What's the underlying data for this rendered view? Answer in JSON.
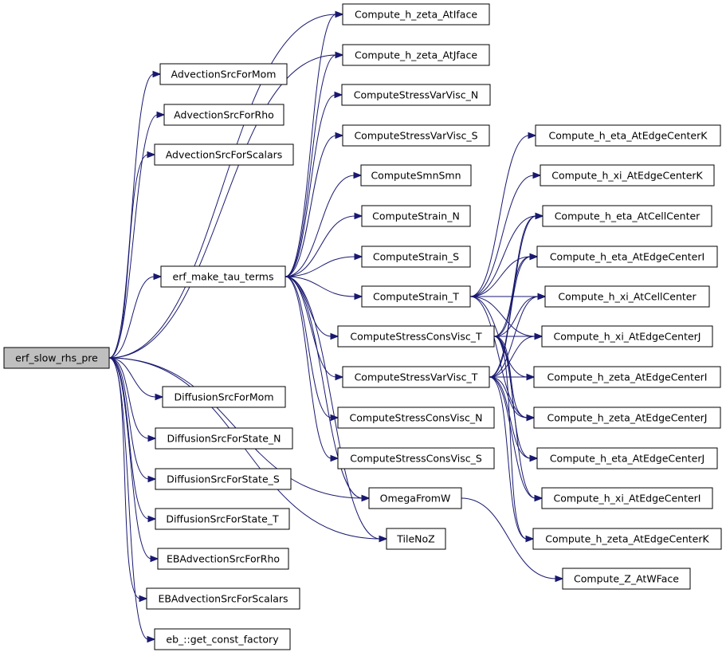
{
  "graph": {
    "nodes": [
      {
        "id": "root",
        "label": "erf_slow_rhs_pre",
        "root": true
      },
      {
        "id": "adv_mom",
        "label": "AdvectionSrcForMom"
      },
      {
        "id": "adv_rho",
        "label": "AdvectionSrcForRho"
      },
      {
        "id": "adv_scal",
        "label": "AdvectionSrcForScalars"
      },
      {
        "id": "tau",
        "label": "erf_make_tau_terms"
      },
      {
        "id": "dif_mom",
        "label": "DiffusionSrcForMom"
      },
      {
        "id": "dif_n",
        "label": "DiffusionSrcForState_N"
      },
      {
        "id": "dif_s",
        "label": "DiffusionSrcForState_S"
      },
      {
        "id": "dif_t",
        "label": "DiffusionSrcForState_T"
      },
      {
        "id": "eb_rho",
        "label": "EBAdvectionSrcForRho"
      },
      {
        "id": "eb_scal",
        "label": "EBAdvectionSrcForScalars"
      },
      {
        "id": "eb_const",
        "label": "eb_::get_const_factory"
      },
      {
        "id": "hz_i",
        "label": "Compute_h_zeta_AtIface"
      },
      {
        "id": "hz_j",
        "label": "Compute_h_zeta_AtJface"
      },
      {
        "id": "svv_n",
        "label": "ComputeStressVarVisc_N"
      },
      {
        "id": "svv_s",
        "label": "ComputeStressVarVisc_S"
      },
      {
        "id": "smn",
        "label": "ComputeSmnSmn"
      },
      {
        "id": "str_n",
        "label": "ComputeStrain_N"
      },
      {
        "id": "str_s",
        "label": "ComputeStrain_S"
      },
      {
        "id": "str_t",
        "label": "ComputeStrain_T"
      },
      {
        "id": "scv_t",
        "label": "ComputeStressConsVisc_T"
      },
      {
        "id": "svv_t",
        "label": "ComputeStressVarVisc_T"
      },
      {
        "id": "scv_n",
        "label": "ComputeStressConsVisc_N"
      },
      {
        "id": "scv_s",
        "label": "ComputeStressConsVisc_S"
      },
      {
        "id": "omega",
        "label": "OmegaFromW"
      },
      {
        "id": "tile",
        "label": "TileNoZ"
      },
      {
        "id": "he_k",
        "label": "Compute_h_eta_AtEdgeCenterK"
      },
      {
        "id": "hx_k",
        "label": "Compute_h_xi_AtEdgeCenterK"
      },
      {
        "id": "he_c",
        "label": "Compute_h_eta_AtCellCenter"
      },
      {
        "id": "he_i",
        "label": "Compute_h_eta_AtEdgeCenterI"
      },
      {
        "id": "hx_c",
        "label": "Compute_h_xi_AtCellCenter"
      },
      {
        "id": "hx_j",
        "label": "Compute_h_xi_AtEdgeCenterJ"
      },
      {
        "id": "hz_ei",
        "label": "Compute_h_zeta_AtEdgeCenterI"
      },
      {
        "id": "hz_ej",
        "label": "Compute_h_zeta_AtEdgeCenterJ"
      },
      {
        "id": "he_j",
        "label": "Compute_h_eta_AtEdgeCenterJ"
      },
      {
        "id": "hx_i",
        "label": "Compute_h_xi_AtEdgeCenterI"
      },
      {
        "id": "hz_ek",
        "label": "Compute_h_zeta_AtEdgeCenterK"
      },
      {
        "id": "z_w",
        "label": "Compute_Z_AtWFace"
      }
    ],
    "edges": [
      [
        "root",
        "adv_mom"
      ],
      [
        "root",
        "adv_rho"
      ],
      [
        "root",
        "adv_scal"
      ],
      [
        "root",
        "tau"
      ],
      [
        "root",
        "dif_mom"
      ],
      [
        "root",
        "dif_n"
      ],
      [
        "root",
        "dif_s"
      ],
      [
        "root",
        "dif_t"
      ],
      [
        "root",
        "eb_rho"
      ],
      [
        "root",
        "eb_scal"
      ],
      [
        "root",
        "eb_const"
      ],
      [
        "root",
        "hz_i"
      ],
      [
        "root",
        "hz_j"
      ],
      [
        "root",
        "omega"
      ],
      [
        "root",
        "tile"
      ],
      [
        "tau",
        "hz_i"
      ],
      [
        "tau",
        "hz_j"
      ],
      [
        "tau",
        "svv_n"
      ],
      [
        "tau",
        "svv_s"
      ],
      [
        "tau",
        "smn"
      ],
      [
        "tau",
        "str_n"
      ],
      [
        "tau",
        "str_s"
      ],
      [
        "tau",
        "str_t"
      ],
      [
        "tau",
        "scv_t"
      ],
      [
        "tau",
        "svv_t"
      ],
      [
        "tau",
        "scv_n"
      ],
      [
        "tau",
        "scv_s"
      ],
      [
        "tau",
        "omega"
      ],
      [
        "tau",
        "tile"
      ],
      [
        "str_t",
        "he_c"
      ],
      [
        "str_t",
        "he_i"
      ],
      [
        "str_t",
        "hx_c"
      ],
      [
        "str_t",
        "hx_j"
      ],
      [
        "str_t",
        "hz_ei"
      ],
      [
        "str_t",
        "hz_ej"
      ],
      [
        "str_t",
        "he_k"
      ],
      [
        "str_t",
        "hx_k"
      ],
      [
        "scv_t",
        "he_c"
      ],
      [
        "scv_t",
        "hx_c"
      ],
      [
        "scv_t",
        "hx_j"
      ],
      [
        "scv_t",
        "hz_ej"
      ],
      [
        "scv_t",
        "he_j"
      ],
      [
        "scv_t",
        "hx_i"
      ],
      [
        "scv_t",
        "hz_ek"
      ],
      [
        "scv_t",
        "he_i"
      ],
      [
        "svv_t",
        "he_c"
      ],
      [
        "svv_t",
        "he_i"
      ],
      [
        "svv_t",
        "hx_c"
      ],
      [
        "svv_t",
        "hx_j"
      ],
      [
        "svv_t",
        "hz_ei"
      ],
      [
        "svv_t",
        "hz_ej"
      ],
      [
        "svv_t",
        "he_j"
      ],
      [
        "svv_t",
        "hx_i"
      ],
      [
        "svv_t",
        "hz_ek"
      ],
      [
        "omega",
        "z_w"
      ]
    ]
  }
}
